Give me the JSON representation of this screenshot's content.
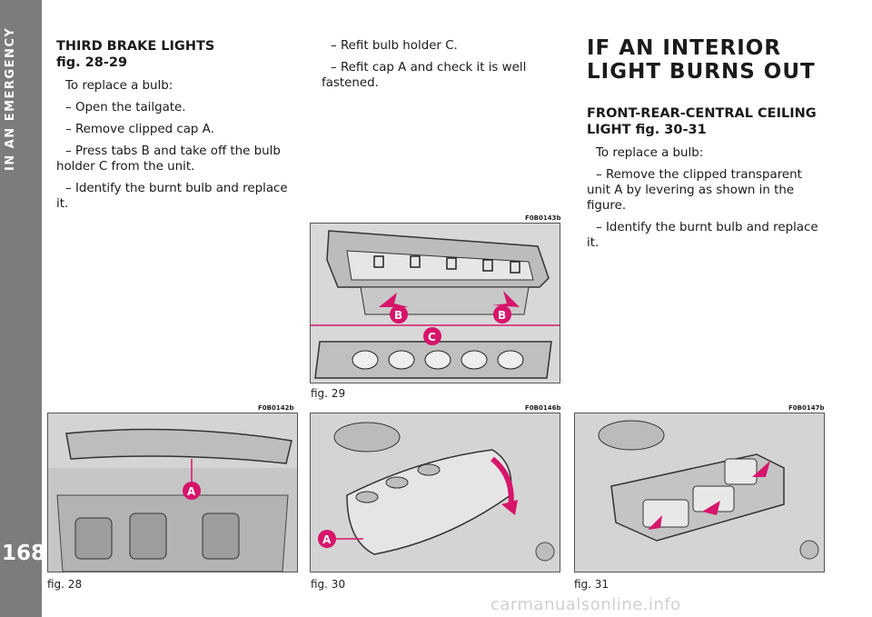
{
  "sidebar": {
    "title": "IN AN EMERGENCY",
    "page_number": "168"
  },
  "col1": {
    "heading": "THIRD BRAKE LIGHTS",
    "subheading": "fig. 28-29",
    "lines": [
      "To replace a bulb:",
      "– Open the tailgate.",
      "– Remove clipped cap A.",
      "– Press tabs B and take off the bulb holder C from the unit.",
      "– Identify the burnt bulb and replace it."
    ]
  },
  "col2": {
    "lines": [
      "– Refit bulb holder C.",
      "– Refit cap A and check it is well fastened."
    ]
  },
  "col3": {
    "main_heading": "IF AN INTERIOR LIGHT BURNS OUT",
    "heading": "FRONT-REAR-CENTRAL CEILING LIGHT fig. 30-31",
    "lines": [
      "To replace a bulb:",
      "– Remove the clipped transparent unit A by levering as shown in the figure.",
      "– Identify the burnt bulb and replace it."
    ]
  },
  "figures": {
    "fig29": {
      "code": "F0B0143b",
      "caption": "fig. 29",
      "labels": [
        "B",
        "B",
        "C"
      ]
    },
    "fig28": {
      "code": "F0B0142b",
      "caption": "fig. 28",
      "labels": [
        "A"
      ]
    },
    "fig30": {
      "code": "F0B0146b",
      "caption": "fig. 30",
      "labels": [
        "A"
      ]
    },
    "fig31": {
      "code": "F0B0147b",
      "caption": "fig. 31"
    }
  },
  "watermark": "carmanualsonline.info",
  "colors": {
    "sidebar": "#7c7c7c",
    "accent": "#d6156b"
  }
}
